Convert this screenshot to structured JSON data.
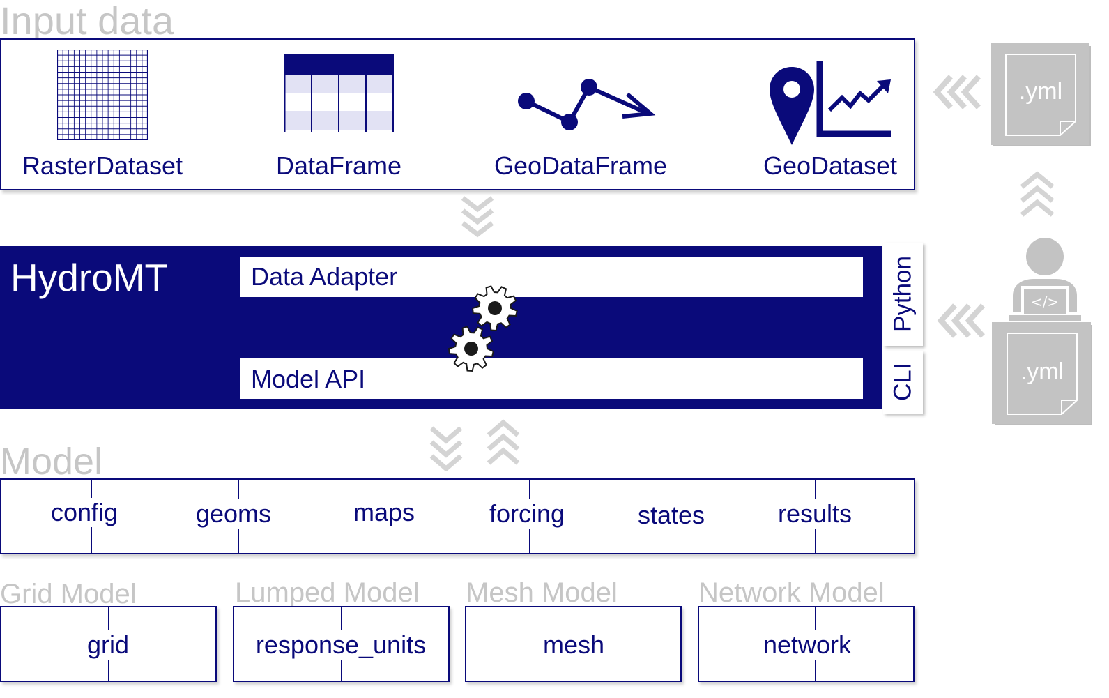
{
  "input": {
    "title": "Input data",
    "items": [
      {
        "label": "RasterDataset",
        "icon": "raster-grid-icon"
      },
      {
        "label": "DataFrame",
        "icon": "table-icon"
      },
      {
        "label": "GeoDataFrame",
        "icon": "vector-line-icon"
      },
      {
        "label": "GeoDataset",
        "icon": "location-timeseries-icon"
      }
    ]
  },
  "hydromt": {
    "title": "HydroMT",
    "data_adapter": "Data Adapter",
    "model_api": "Model API",
    "python_tab": "Python",
    "cli_tab": "CLI"
  },
  "config_files": {
    "yml_top": ".yml",
    "yml_bottom": ".yml"
  },
  "model": {
    "title": "Model",
    "components": [
      "config",
      "geoms",
      "maps",
      "forcing",
      "states",
      "results"
    ]
  },
  "model_types": [
    {
      "title": "Grid Model",
      "component": "grid"
    },
    {
      "title": "Lumped Model",
      "component": "response_units"
    },
    {
      "title": "Mesh Model",
      "component": "mesh"
    },
    {
      "title": "Network Model",
      "component": "network"
    }
  ],
  "colors": {
    "navy": "#0a0a7a",
    "grey": "#c6c6c6",
    "light_row": "#e2e2f4"
  }
}
